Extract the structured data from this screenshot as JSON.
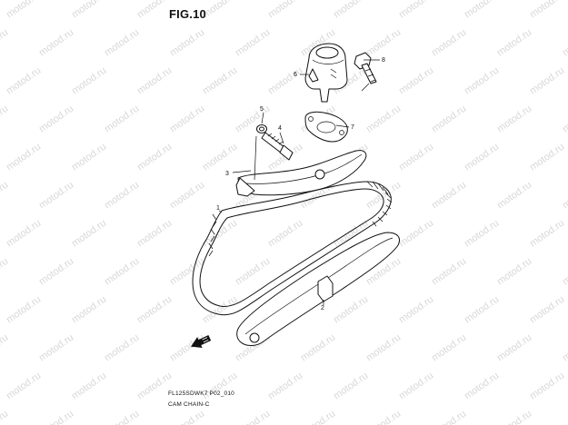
{
  "figure": {
    "title": "FIG.10",
    "drawing_code": "FL125SDWK7 P02_010",
    "caption": "CAM CHAIN-C",
    "watermark": "motod.ru"
  },
  "callouts": [
    {
      "id": "1",
      "part": "cam-chain"
    },
    {
      "id": "2",
      "part": "chain-guide-lower"
    },
    {
      "id": "3",
      "part": "chain-guide-upper"
    },
    {
      "id": "4",
      "part": "guide-bolt"
    },
    {
      "id": "5",
      "part": "guide-washer"
    },
    {
      "id": "6",
      "part": "chain-tensioner"
    },
    {
      "id": "7",
      "part": "tensioner-gasket"
    },
    {
      "id": "8",
      "part": "tensioner-bolt"
    }
  ],
  "icons": {
    "front_arrow": "front-direction-arrow-icon"
  }
}
